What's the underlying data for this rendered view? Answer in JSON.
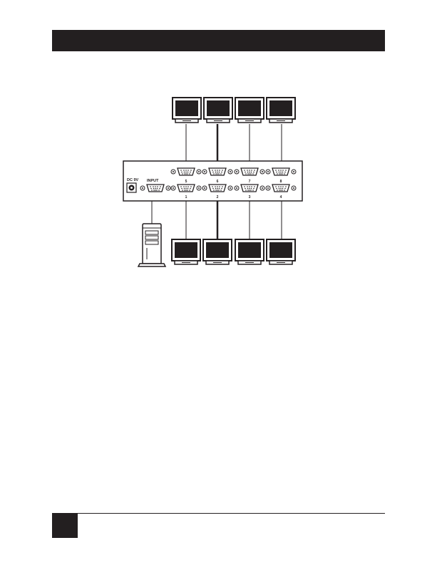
{
  "diagram": {
    "splitter_labels": {
      "power": "DC 9V",
      "input": "INPUT"
    },
    "top_port_numbers": [
      "5",
      "6",
      "7",
      "8"
    ],
    "bottom_port_numbers": [
      "1",
      "2",
      "3",
      "4"
    ]
  },
  "icons": {
    "monitor": "monitor-icon",
    "computer": "tower-computer-icon",
    "vga_port": "vga-port-icon"
  },
  "colors": {
    "ink": "#231f20",
    "background": "#ffffff"
  }
}
